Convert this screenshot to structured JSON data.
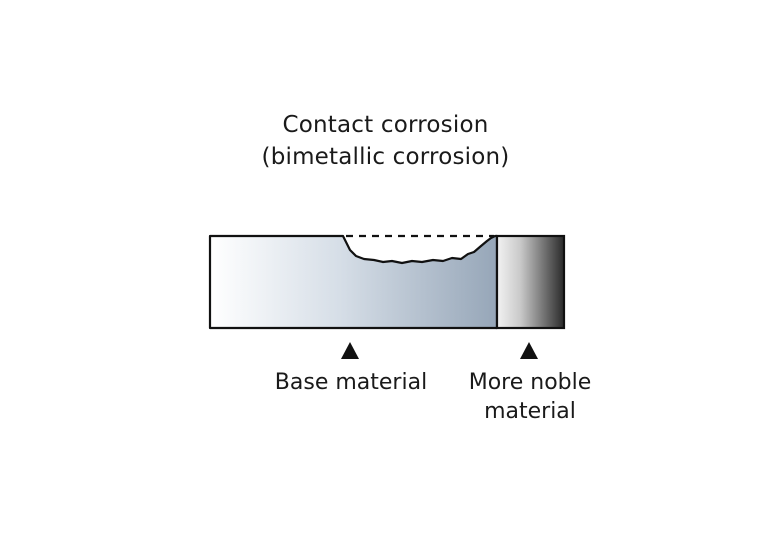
{
  "title": {
    "line1": "Contact corrosion",
    "line2": "(bimetallic corrosion)"
  },
  "labels": {
    "base_material": "Base material",
    "more_noble_line1": "More noble",
    "more_noble_line2": "material"
  },
  "colors": {
    "base_gradient_start": "#ffffff",
    "base_gradient_end": "#96a6b8",
    "noble_gradient_start": "#f4f4f4",
    "noble_gradient_end": "#2a2a2a",
    "outline": "#111111"
  },
  "icons": {
    "marker": "triangle-up-icon"
  }
}
